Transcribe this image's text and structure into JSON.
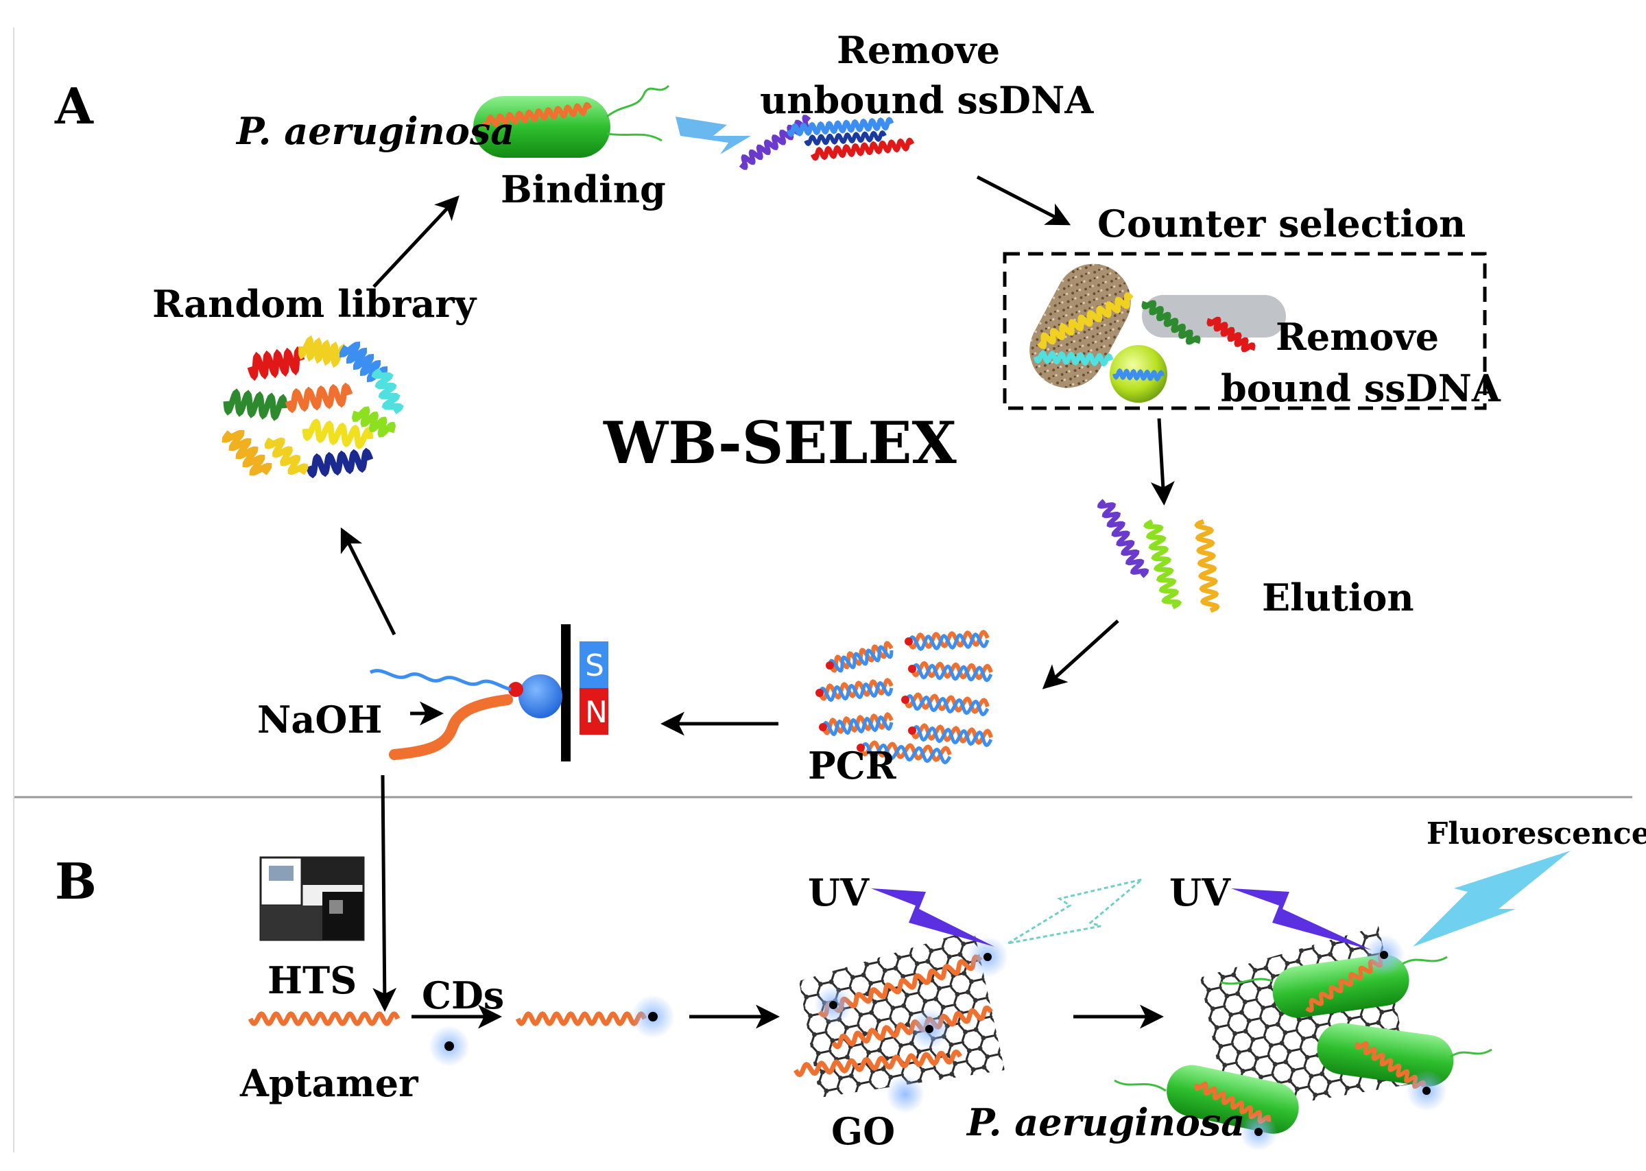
{
  "panels": {
    "a": "A",
    "b": "B"
  },
  "title": "WB-SELEX",
  "labels": {
    "p_aeruginosa_top": "P. aeruginosa",
    "binding": "Binding",
    "remove_unbound_1": "Remove",
    "remove_unbound_2": "unbound ssDNA",
    "counter_selection": "Counter selection",
    "remove_bound_1": "Remove",
    "remove_bound_2": "bound ssDNA",
    "random_library": "Random library",
    "elution": "Elution",
    "pcr": "PCR",
    "naoh": "NaOH",
    "hts": "HTS",
    "cds": "CDs",
    "aptamer": "Aptamer",
    "uv_1": "UV",
    "uv_2": "UV",
    "go": "GO",
    "fluorescence": "Fluorescence",
    "p_aeruginosa_bottom": "P. aeruginosa",
    "magnet_s": "S",
    "magnet_n": "N"
  },
  "colors": {
    "bacteria_green": "#2fbf2f",
    "strand_orange": "#f07030",
    "strand_red": "#e01818",
    "strand_blue": "#3c8ef0",
    "strand_purple": "#6a3acc",
    "uv_violet": "#5a30e0",
    "fluor_cyan": "#6fd0f0",
    "magnet_s": "#3c8ef0",
    "magnet_n": "#e01818"
  }
}
